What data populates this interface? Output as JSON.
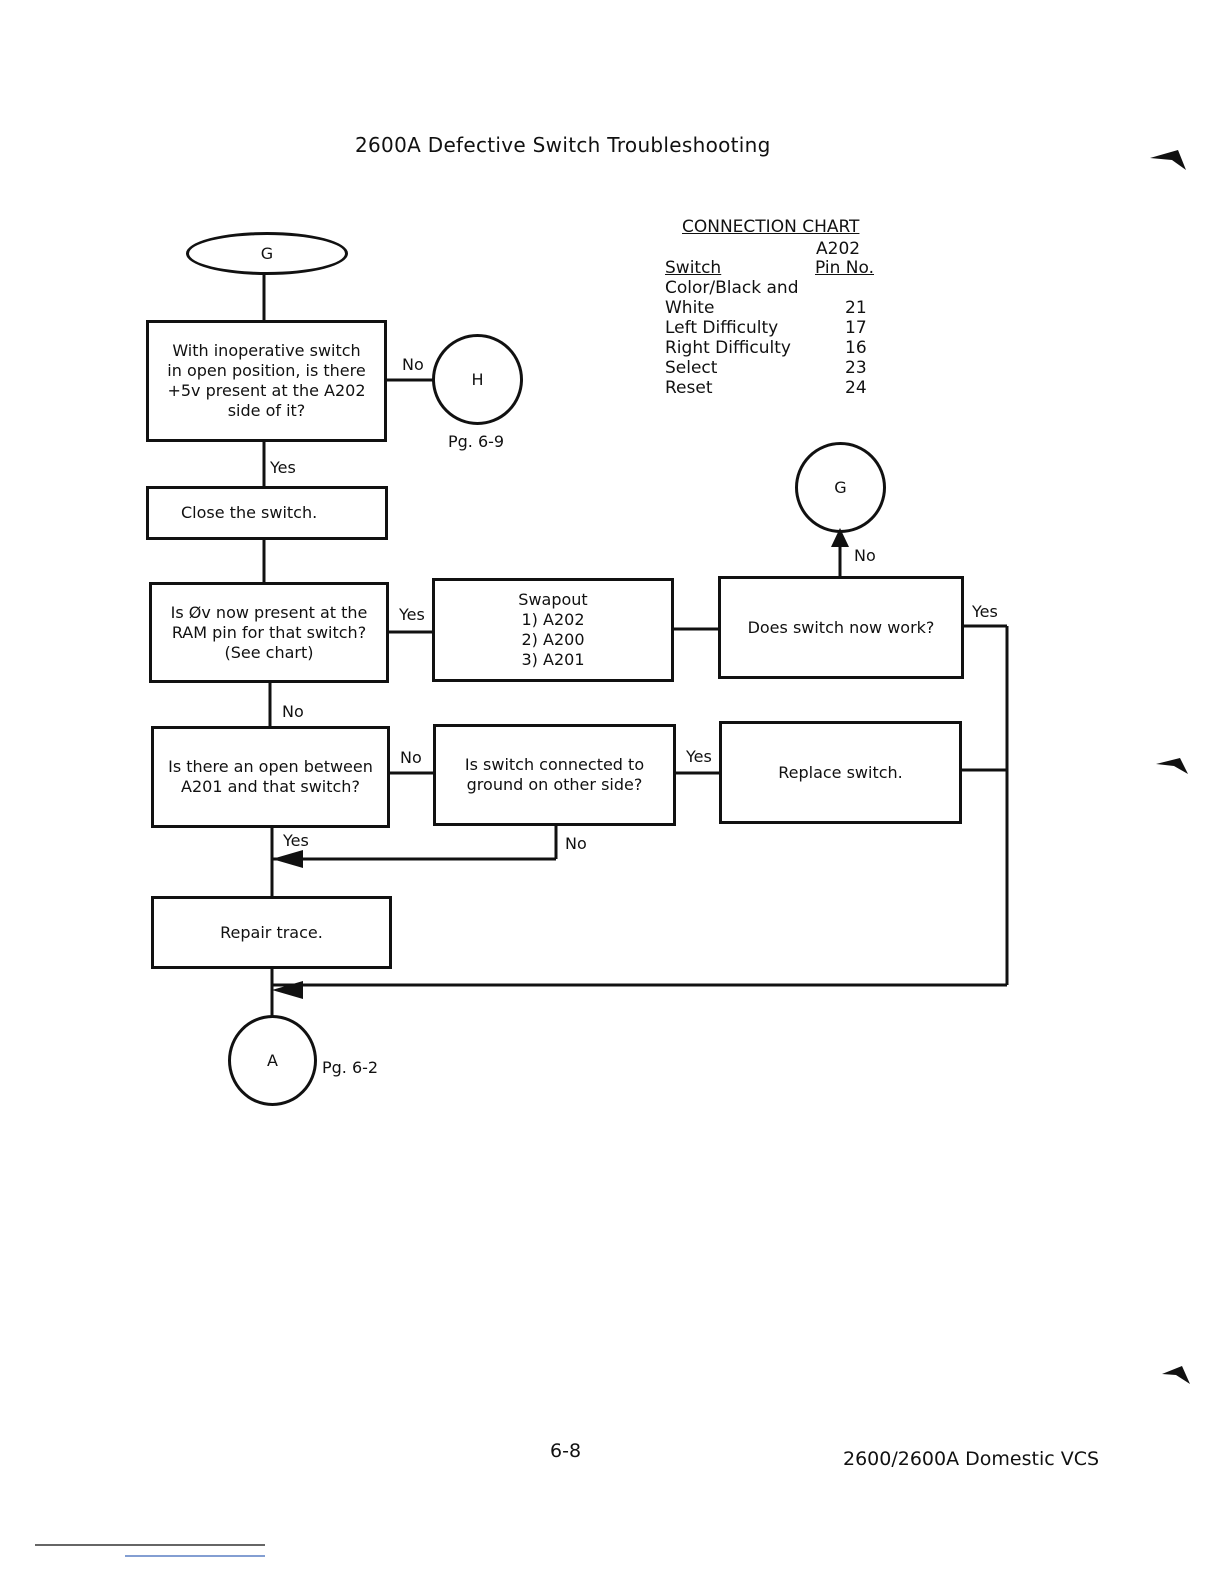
{
  "title": "2600A Defective Switch Troubleshooting",
  "connection_chart": {
    "title": "CONNECTION CHART",
    "col_header_top": "A202",
    "col_switch": "Switch",
    "col_pin": "Pin No.",
    "rows": [
      {
        "name": "Color/Black and",
        "pin": ""
      },
      {
        "name": "White",
        "pin": "21"
      },
      {
        "name": "Left Difficulty",
        "pin": "17"
      },
      {
        "name": "Right Difficulty",
        "pin": "16"
      },
      {
        "name": "Select",
        "pin": "23"
      },
      {
        "name": "Reset",
        "pin": "24"
      }
    ]
  },
  "nodes": {
    "start_g": "G",
    "q_5v": "With inoperative switch\nin open position, is there\n+5v present at the A202\nside of it?",
    "connector_h": "H",
    "connector_h_page": "Pg. 6-9",
    "close_switch": "Close the switch.",
    "q_0v": "Is Øv now present at the\nRAM pin for that switch?\n(See chart)",
    "swapout": "Swapout\n1) A202\n2) A200\n3) A201",
    "q_works": "Does switch now work?",
    "connector_g": "G",
    "q_open": "Is there an open between\nA201 and that switch?",
    "q_ground": "Is switch connected to\nground on other side?",
    "replace_switch": "Replace switch.",
    "repair_trace": "Repair trace.",
    "connector_a": "A",
    "connector_a_page": "Pg. 6-2"
  },
  "edges": {
    "q5v_no": "No",
    "q5v_yes": "Yes",
    "q0v_yes": "Yes",
    "q0v_no": "No",
    "works_no": "No",
    "works_yes": "Yes",
    "open_no": "No",
    "open_yes": "Yes",
    "ground_yes": "Yes",
    "ground_no": "No"
  },
  "footer": {
    "page_number": "6-8",
    "product": "2600/2600A Domestic VCS"
  }
}
